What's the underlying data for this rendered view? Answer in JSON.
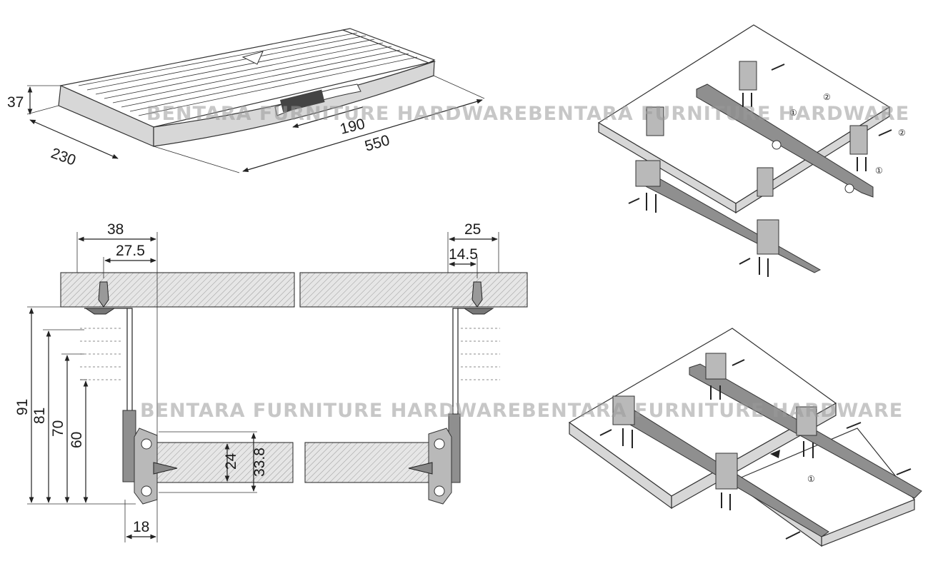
{
  "tray_view": {
    "dim_height": "37",
    "dim_depth": "230",
    "dim_slot": "190",
    "dim_width": "550"
  },
  "section_view": {
    "dim_left_outer": "38",
    "dim_left_inner": "27.5",
    "dim_right_outer": "25",
    "dim_right_inner": "14.5",
    "dim_h91": "91",
    "dim_h81": "81",
    "dim_h70": "70",
    "dim_h60": "60",
    "dim_board_24": "24",
    "dim_board_338": "33.8",
    "dim_bottom_18": "18"
  },
  "assembly_top": {
    "callout_1a": "①",
    "callout_2a": "②",
    "callout_2b": "②",
    "callout_1b": "①"
  },
  "assembly_bottom": {
    "callout_1": "①"
  },
  "watermarks": {
    "top": "BENTARA FURNITURE HARDWAREBENTARA FURNITURE HARDWARE",
    "middle": "BENTARA FURNITURE HARDWAREBENTARA FURNITURE HARDWARE"
  }
}
